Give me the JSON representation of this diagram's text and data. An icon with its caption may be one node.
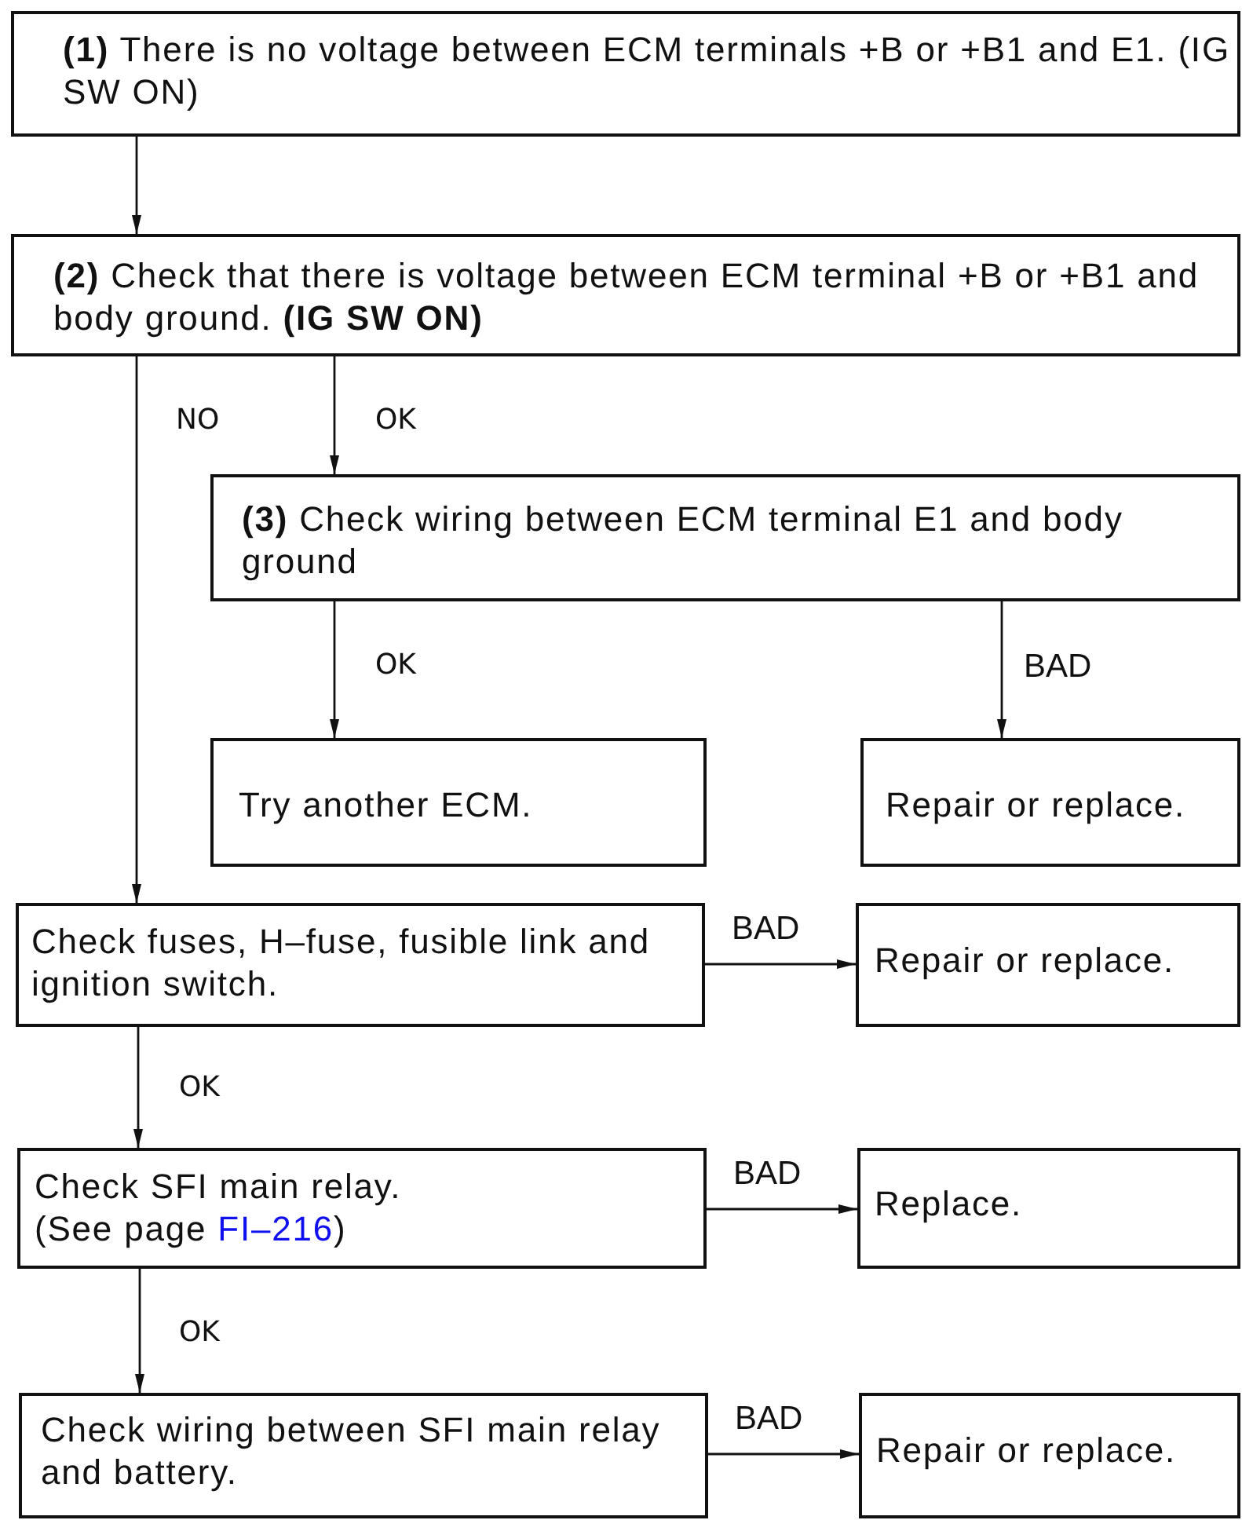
{
  "diagram": {
    "nodes": [
      {
        "text": [
          "**(1)** There is no voltage between ECM terminals +B or +B1 and E1. (IG SW ON)"
        ]
      },
      {
        "text": [
          "**(2)** Check that there is voltage between ECM terminal +B or +B1 and body ground. **(IG SW ON)**"
        ]
      },
      {
        "text": [
          "**(3)** Check wiring between ECM terminal E1 and body ground"
        ]
      },
      {
        "text": [
          "Try another ECM."
        ]
      },
      {
        "text": [
          "Repair or replace."
        ]
      },
      {
        "text": [
          "Check fuses, H–fuse, fusible link and ignition switch."
        ]
      },
      {
        "text": [
          "Repair or replace."
        ]
      },
      {
        "text": [
          "Check SFI main relay.",
          "(See page FI–216)"
        ]
      },
      {
        "text": [
          "Replace."
        ]
      },
      {
        "text": [
          "Check wiring between SFI main relay and battery."
        ]
      },
      {
        "text": [
          "Repair or replace."
        ]
      }
    ],
    "edges": [
      {
        "from": 0,
        "to": 1,
        "arrow": "to"
      },
      {
        "from": 1,
        "to": 2,
        "arrow": "to",
        "label": "OK"
      },
      {
        "from": 1,
        "to": 5,
        "arrow": "to",
        "label": "NO"
      },
      {
        "from": 2,
        "to": 3,
        "arrow": "to",
        "label": "OK"
      },
      {
        "from": 2,
        "to": 4,
        "arrow": "to",
        "label": "BAD"
      },
      {
        "from": 5,
        "to": 6,
        "arrow": "to",
        "label": "BAD"
      },
      {
        "from": 5,
        "to": 7,
        "arrow": "to",
        "label": "OK"
      },
      {
        "from": 7,
        "to": 8,
        "arrow": "to",
        "label": "BAD"
      },
      {
        "from": 7,
        "to": 9,
        "arrow": "to",
        "label": "OK"
      },
      {
        "from": 9,
        "to": 10,
        "arrow": "to",
        "label": "BAD"
      }
    ]
  }
}
